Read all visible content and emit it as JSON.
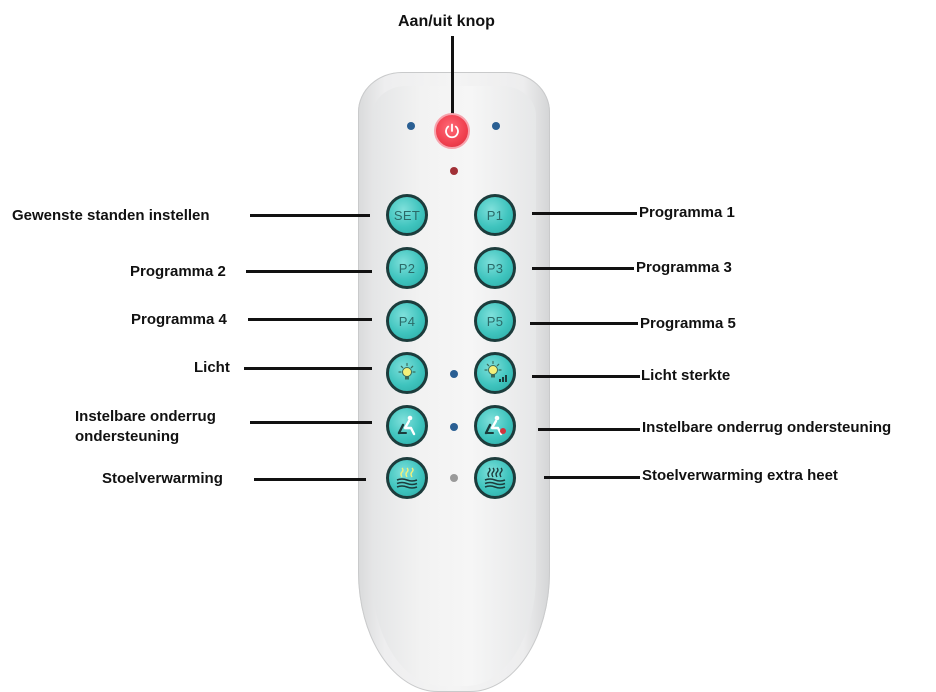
{
  "title": "Aan/uit knop",
  "buttons": {
    "set": "SET",
    "p1": "P1",
    "p2": "P2",
    "p3": "P3",
    "p4": "P4",
    "p5": "P5"
  },
  "labels": {
    "set": "Gewenste standen  instellen",
    "p1": "Programma 1",
    "p2": "Programma 2",
    "p3": "Programma 3",
    "p4": "Programma 4",
    "p5": "Programma 5",
    "light": "Licht",
    "light_strength": "Licht sterkte",
    "lumbar_left": "Instelbare onderrug ondersteuning",
    "lumbar_right": "Instelbare onderrug ondersteuning",
    "heat": "Stoelverwarming",
    "heat_extra": "Stoelverwarming extra heet"
  },
  "icons": {
    "power": "power-icon",
    "light": "light-bulb-icon",
    "light_strength": "light-bulb-strength-icon",
    "lumbar": "seated-person-icon",
    "lumbar_plus": "seated-person-dot-icon",
    "heat": "heat-waves-icon",
    "heat_extra": "heat-waves-extra-icon"
  },
  "colors": {
    "button_teal": "#3fc4be",
    "power_red": "#f0404f",
    "led_blue": "#2a5f93",
    "led_red": "#a13036"
  }
}
